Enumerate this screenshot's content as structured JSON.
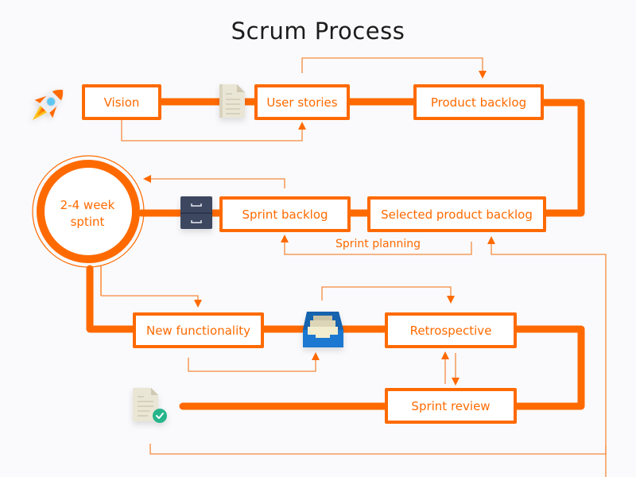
{
  "title": "Scrum Process",
  "colors": {
    "accent": "#ff6a00",
    "thin_line": "#f58a3c",
    "cabinet": "#3d4660",
    "inbox": "#1e7fd8",
    "check": "#26b58b"
  },
  "nodes": {
    "vision": "Vision",
    "user_stories": "User stories",
    "product_backlog": "Product backlog",
    "selected_product_backlog": "Selected product backlog",
    "sprint_backlog": "Sprint backlog",
    "sprint_cycle_line1": "2-4 week",
    "sprint_cycle_line2": "sptint",
    "new_functionality": "New functionality",
    "retrospective": "Retrospective",
    "sprint_review": "Sprint review"
  },
  "labels": {
    "sprint_planning": "Sprint planning"
  },
  "icons": {
    "start": "rocket-icon",
    "user_stories": "document-icon",
    "sprint_backlog": "file-cabinet-icon",
    "new_functionality": "inbox-tray-icon",
    "end": "document-check-icon"
  }
}
